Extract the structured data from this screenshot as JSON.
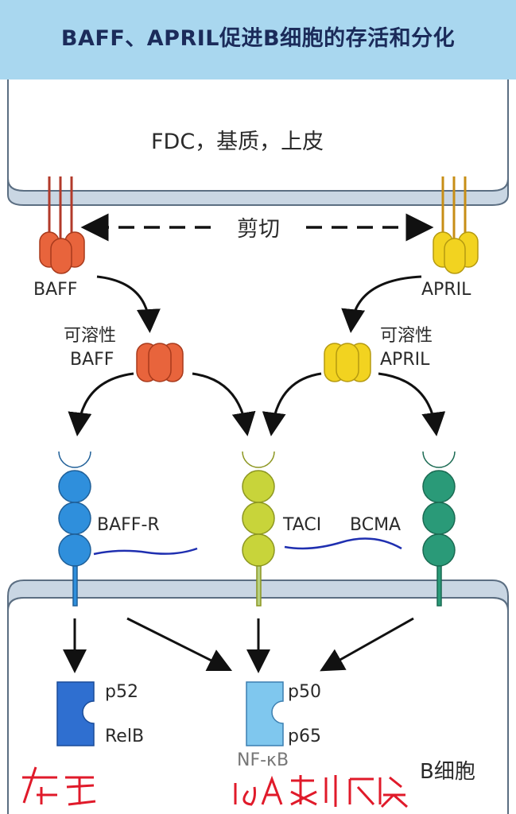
{
  "header": {
    "title": "BAFF、APRIL促进B细胞的存活和分化"
  },
  "compartments": {
    "top_cell": "FDC，基质，上皮",
    "bottom_cell": "B细胞"
  },
  "cleavage_label": "剪切",
  "ligands": {
    "baff_membrane": "BAFF",
    "april_membrane": "APRIL",
    "soluble_baff_line1": "可溶性",
    "soluble_baff_line2": "BAFF",
    "soluble_april_line1": "可溶性",
    "soluble_april_line2": "APRIL"
  },
  "receptors": {
    "baff_r": "BAFF-R",
    "taci": "TACI",
    "bcma": "BCMA"
  },
  "signaling": {
    "p52": "p52",
    "relb": "RelB",
    "p50": "p50",
    "p65": "p65",
    "nfkb": "NF-κB"
  },
  "handwritten": {
    "left": "存活",
    "right": "IgA类别转换"
  },
  "colors": {
    "title_band": "#a9d7ef",
    "membrane": "#c9d6e3",
    "baff": "#e8643c",
    "april": "#f2d320",
    "baff_r": "#2f8fdc",
    "taci": "#c8d43a",
    "bcma": "#2a9a78",
    "annotation_blue": "#1f2fb0",
    "annotation_red": "#e01a2a"
  },
  "icons": [
    "arrow-icon",
    "dashed-arrow-icon",
    "trimer-icon",
    "receptor-icon"
  ]
}
